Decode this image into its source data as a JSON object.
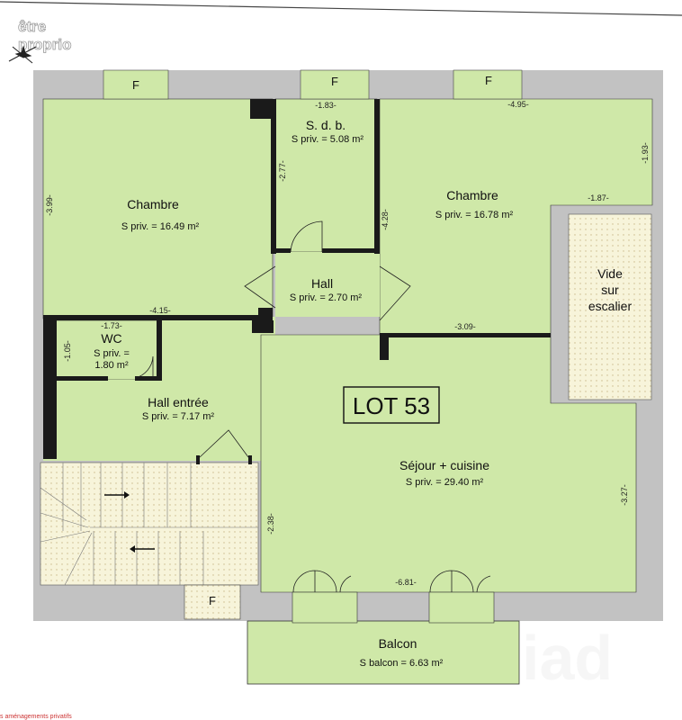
{
  "brand": {
    "line1": "être",
    "line2": "proprio"
  },
  "lot_label": "LOT 53",
  "rooms": {
    "chambre1": {
      "name": "Chambre",
      "area": "S priv. = 16.49 m²"
    },
    "sdb": {
      "name": "S. d. b.",
      "area": "S priv. = 5.08 m²"
    },
    "chambre2": {
      "name": "Chambre",
      "area": "S priv. = 16.78 m²"
    },
    "hall": {
      "name": "Hall",
      "area": "S priv. = 2.70 m²"
    },
    "wc": {
      "name": "WC",
      "area_line1": "S priv. =",
      "area_line2": "1.80 m²"
    },
    "hall_entree": {
      "name": "Hall entrée",
      "area": "S priv. = 7.17 m²"
    },
    "sejour": {
      "name": "Séjour + cuisine",
      "area": "S priv. = 29.40 m²"
    },
    "vide": {
      "line1": "Vide",
      "line2": "sur",
      "line3": "escalier"
    },
    "balcon": {
      "name": "Balcon",
      "area": "S balcon = 6.63 m²"
    }
  },
  "window_label": "F",
  "dimensions": {
    "d_183": "-1.83-",
    "d_495": "-4.95-",
    "d_193": "-1.93-",
    "d_187": "-1.87-",
    "d_399": "-3.99-",
    "d_277": "-2.77-",
    "d_428": "-4.28-",
    "d_415": "-4.15-",
    "d_173": "-1.73-",
    "d_105": "-1.05-",
    "d_309": "-3.09-",
    "d_327": "-3.27-",
    "d_238": "-2.38-",
    "d_681": "-6.81-"
  },
  "footnote": "s aménagements privatifs",
  "colors": {
    "room_fill": "#cfe8a8",
    "wall_fill": "#c2c2c2",
    "stair_fill": "#fbf8e2",
    "wall_line": "#1a1a1a"
  }
}
